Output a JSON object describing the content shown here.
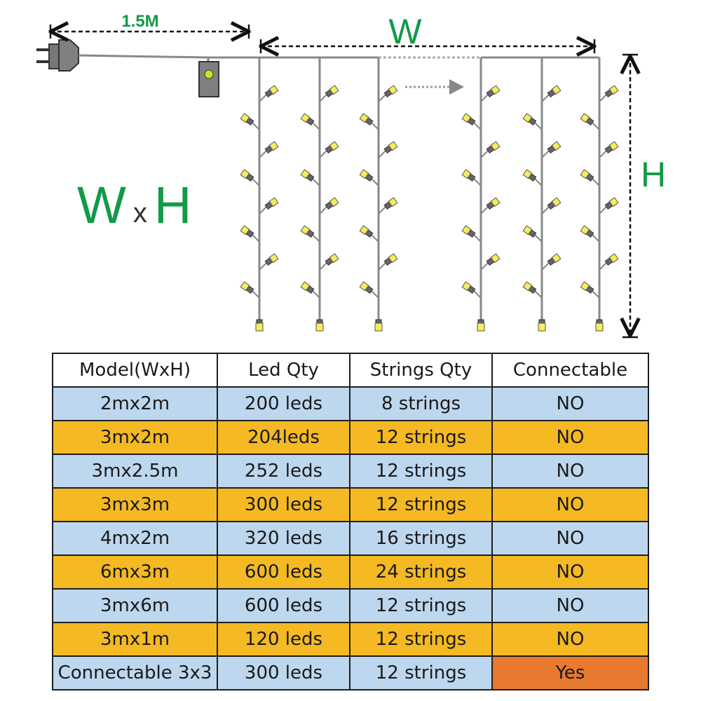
{
  "diagram": {
    "cable_length_label": "1.5M",
    "width_label": "W",
    "height_label": "H",
    "formula": {
      "w": "W",
      "x": "x",
      "h": "H"
    }
  },
  "table": {
    "headers": [
      "Model(WxH)",
      "Led Qty",
      "Strings Qty",
      "Connectable"
    ],
    "rows": [
      [
        "2mx2m",
        "200 leds",
        "8 strings",
        "NO"
      ],
      [
        "3mx2m",
        "204leds",
        "12 strings",
        "NO"
      ],
      [
        "3mx2.5m",
        "252 leds",
        "12 strings",
        "NO"
      ],
      [
        "3mx3m",
        "300 leds",
        "12 strings",
        "NO"
      ],
      [
        "4mx2m",
        "320 leds",
        "16 strings",
        "NO"
      ],
      [
        "6mx3m",
        "600 leds",
        "24 strings",
        "NO"
      ],
      [
        "3mx6m",
        "600 leds",
        "12 strings",
        "NO"
      ],
      [
        "3mx1m",
        "120 leds",
        "12 strings",
        "NO"
      ],
      [
        "Connectable 3x3",
        "300 leds",
        "12 strings",
        "Yes"
      ]
    ]
  },
  "colors": {
    "label_green": "#129a48",
    "row_blue": "#bdd7ee",
    "row_gold": "#f4b923",
    "highlight_orange": "#e87a2f",
    "led_yellow": "#f7ec5a"
  }
}
